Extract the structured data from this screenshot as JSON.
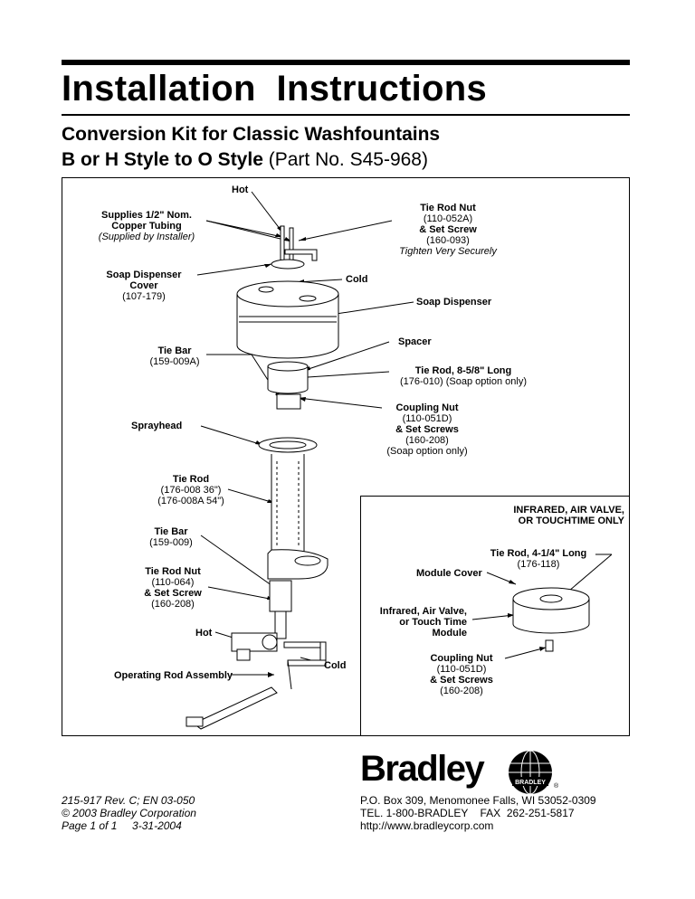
{
  "header": {
    "title": "Installation  Instructions",
    "subtitle_line1": "Conversion Kit for Classic Washfountains",
    "subtitle_line2_bold": "B or H Style to O Style",
    "subtitle_line2_part": " (Part No. S45-968)"
  },
  "labels": {
    "hot_top": "Hot",
    "supplies": {
      "l1": "Supplies 1/2\" Nom.",
      "l2": "Copper Tubing",
      "l3": "(Supplied by Installer)"
    },
    "tie_rod_nut_top": {
      "l1": "Tie Rod Nut",
      "l2": "(110-052A)",
      "l3": "& Set Screw",
      "l4": "(160-093)",
      "l5": "Tighten Very Securely"
    },
    "soap_cover": {
      "l1": "Soap Dispenser",
      "l2": "Cover",
      "l3": "(107-179)"
    },
    "cold_top": "Cold",
    "soap_dispenser": "Soap Dispenser",
    "spacer": "Spacer",
    "tie_bar_top": {
      "l1": "Tie Bar",
      "l2": "(159-009A)"
    },
    "tie_rod_858": {
      "l1": "Tie Rod, 8-5/8\" Long",
      "l2": "(176-010) (Soap option only)"
    },
    "coupling_nut_top": {
      "l1": "Coupling Nut",
      "l2": "(110-051D)",
      "l3": "& Set Screws",
      "l4": "(160-208)",
      "l5": "(Soap option only)"
    },
    "sprayhead": "Sprayhead",
    "tie_rod_long": {
      "l1": "Tie Rod",
      "l2": "(176-008 36\")",
      "l3": "(176-008A 54\")"
    },
    "inset_title": {
      "l1": "INFRARED, AIR VALVE,",
      "l2": "OR TOUCHTIME ONLY"
    },
    "tie_bar_bottom": {
      "l1": "Tie Bar",
      "l2": "(159-009)"
    },
    "tie_rod_414": {
      "l1": "Tie Rod, 4-1/4\" Long",
      "l2": "(176-118)"
    },
    "tie_rod_nut_bottom": {
      "l1": "Tie Rod Nut",
      "l2": "(110-064)",
      "l3": "& Set Screw",
      "l4": "(160-208)"
    },
    "module_cover": "Module Cover",
    "module": {
      "l1": "Infrared, Air Valve,",
      "l2": "or Touch Time",
      "l3": "Module"
    },
    "hot_bottom": "Hot",
    "coupling_nut_bottom": {
      "l1": "Coupling Nut",
      "l2": "(110-051D)",
      "l3": "& Set Screws",
      "l4": "(160-208)"
    },
    "operating_rod": "Operating Rod Assembly",
    "cold_bottom": "Cold"
  },
  "brand": {
    "logo_text": "Bradley",
    "logo_badge": "BRADLEY",
    "registered": "®"
  },
  "footer": {
    "left": {
      "l1": "215-917 Rev. C; EN 03-050",
      "l2": "© 2003 Bradley Corporation",
      "l3": "Page 1 of 1     3-31-2004"
    },
    "right": {
      "l1": "P.O. Box 309, Menomonee Falls, WI 53052-0309",
      "l2": "TEL. 1-800-BRADLEY    FAX  262-251-5817",
      "l3": "http://www.bradleycorp.com"
    }
  }
}
